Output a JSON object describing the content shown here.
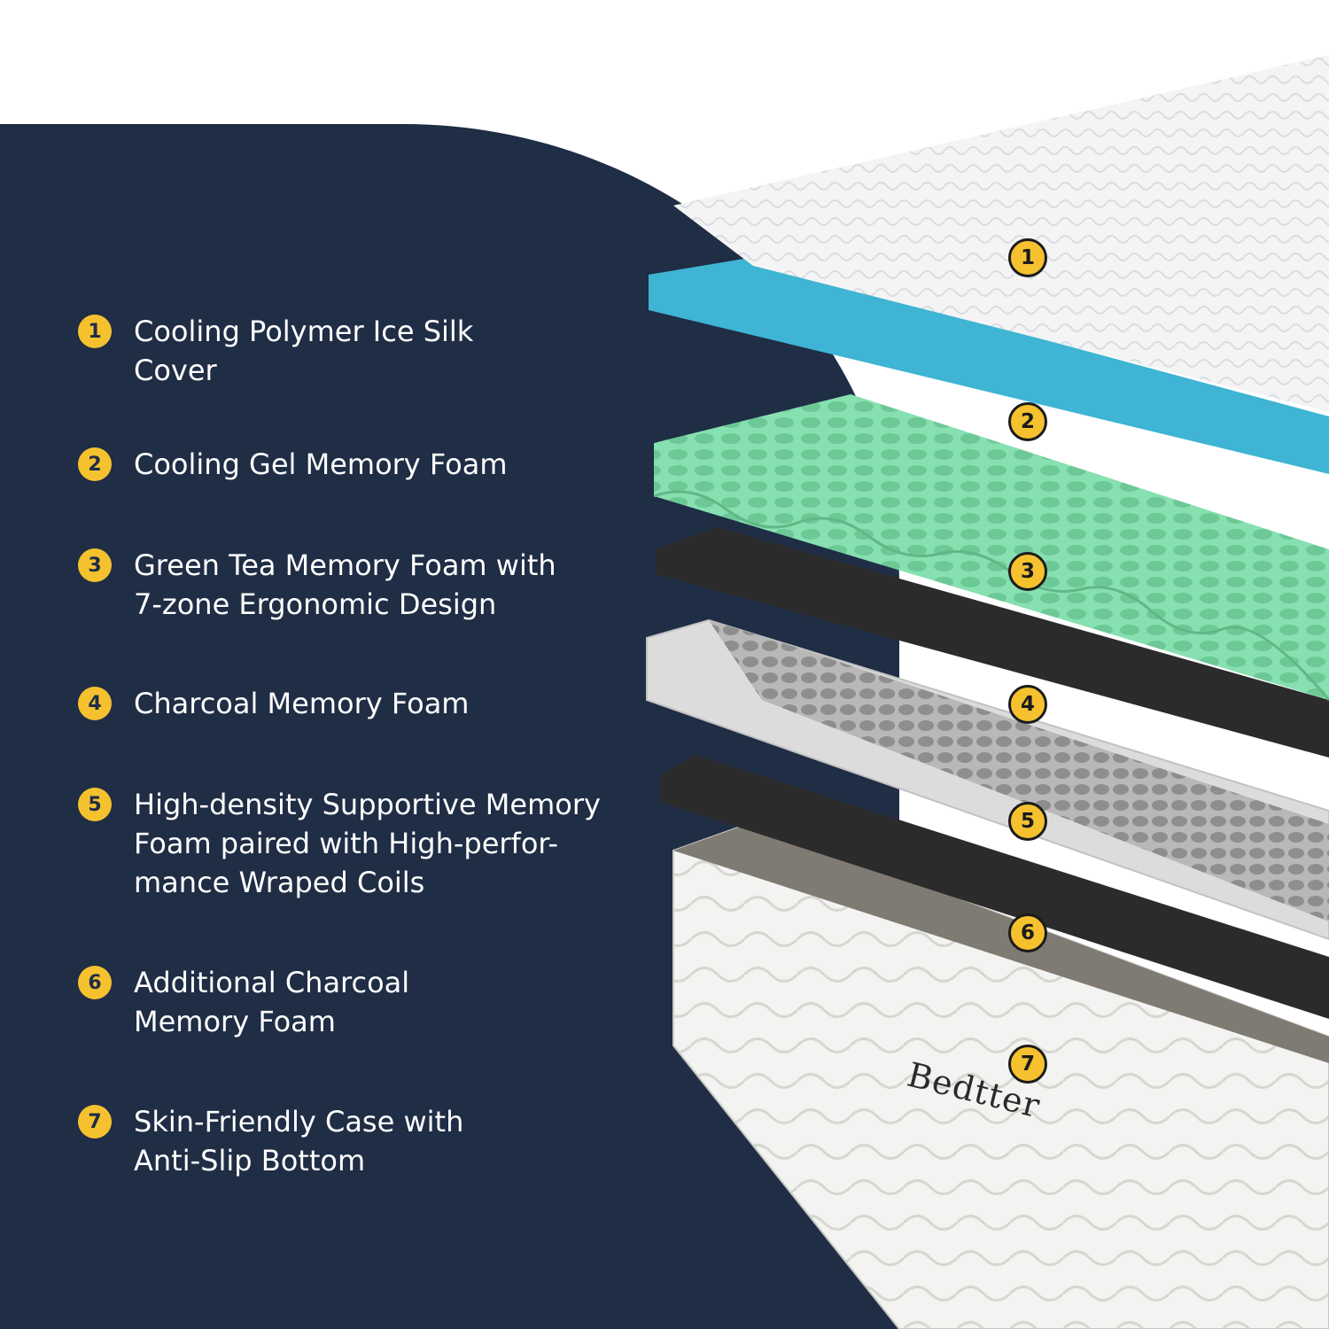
{
  "features": [
    {
      "num": "1",
      "text": "Cooling Polymer Ice Silk\nCover"
    },
    {
      "num": "2",
      "text": "Cooling Gel Memory Foam"
    },
    {
      "num": "3",
      "text": "Green Tea Memory Foam with\n7-zone Ergonomic Design"
    },
    {
      "num": "4",
      "text": "Charcoal Memory Foam"
    },
    {
      "num": "5",
      "text": "High-density Supportive Memory\nFoam paired with High-perfor-\nmance  Wraped Coils"
    },
    {
      "num": "6",
      "text": "Additional Charcoal\nMemory Foam"
    },
    {
      "num": "7",
      "text": "Skin-Friendly Case with\nAnti-Slip Bottom"
    }
  ],
  "markers": [
    "1",
    "2",
    "3",
    "4",
    "5",
    "6",
    "7"
  ],
  "brand": "Bedtter",
  "colors": {
    "panel": "#1f2d45",
    "badge": "#f5c12e",
    "gel_layer": "#3fb4d4",
    "green_tea_layer": "#7fdcaa",
    "charcoal_layer": "#2b2b2b"
  }
}
